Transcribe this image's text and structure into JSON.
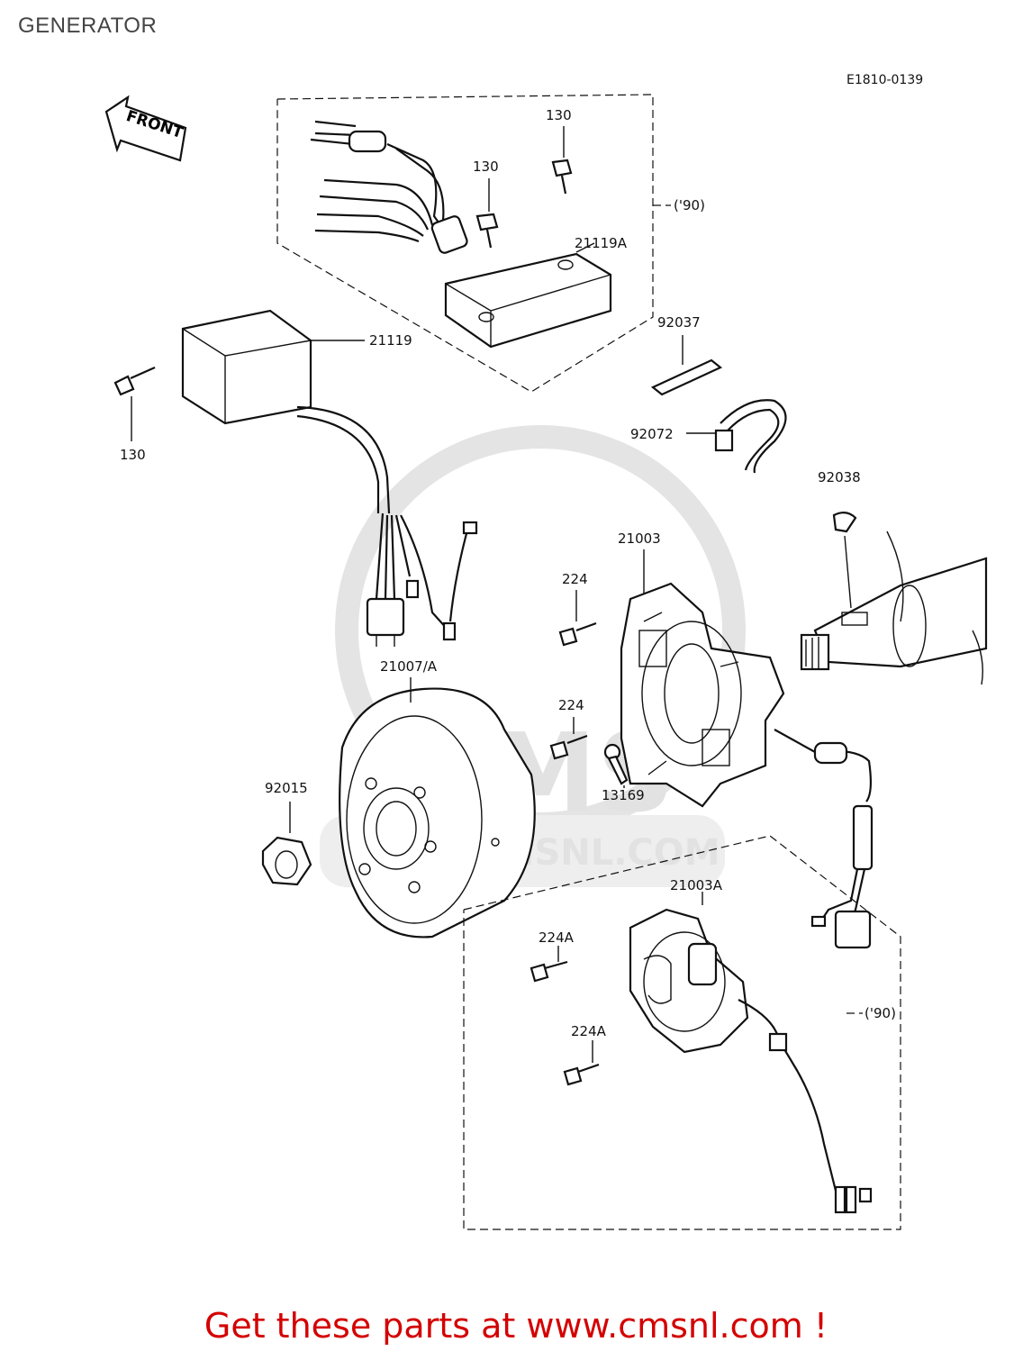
{
  "header": {
    "title": "GENERATOR"
  },
  "diagram": {
    "code": "E1810-0139",
    "front_label": "FRONT",
    "year_note": "('90)",
    "parts": {
      "bolt_130": "130",
      "cdi_unit": "21119",
      "cdi_unit_90": "21119A",
      "flywheel": "21007/A",
      "nut": "92015",
      "stator": "21003",
      "stator_90": "21003A",
      "screw_224": "224",
      "screw_224a": "224A",
      "terminal": "13169",
      "plate": "92037",
      "clamp": "92072",
      "key": "92038"
    },
    "watermark": "WWW.CMSNL.COM",
    "watermark_logo": "CMS"
  },
  "footer": {
    "cta": "Get these parts at www.cmsnl.com !"
  }
}
